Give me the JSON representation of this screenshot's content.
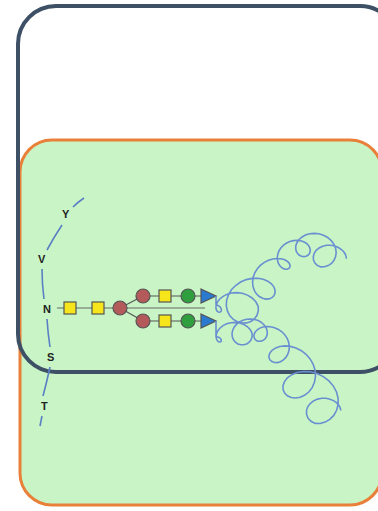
{
  "diagram": {
    "labels": [
      "Y",
      "V",
      "N",
      "S",
      "T"
    ]
  }
}
